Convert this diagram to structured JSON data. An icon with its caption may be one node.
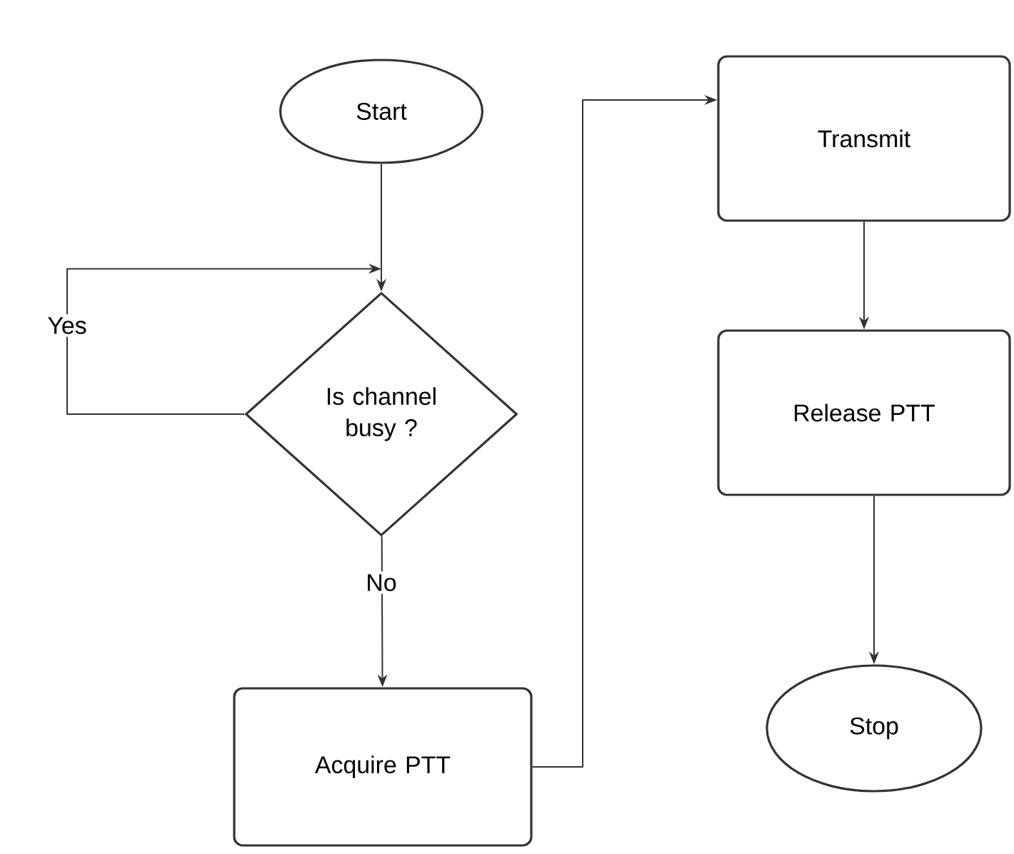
{
  "diagram": {
    "nodes": [
      {
        "text": [
          "Start"
        ]
      },
      {
        "text": [
          "Is channel busy ?"
        ]
      },
      {
        "text": [
          "Acquire PTT"
        ]
      },
      {
        "text": [
          "Transmit"
        ]
      },
      {
        "text": [
          "Release PTT"
        ]
      },
      {
        "text": [
          "Stop"
        ]
      }
    ],
    "edges": [
      {
        "from": 0,
        "to": 1,
        "arrow": "to"
      },
      {
        "from": 1,
        "to": 1,
        "arrow": "to",
        "label": "Yes"
      },
      {
        "from": 1,
        "to": 2,
        "arrow": "to",
        "label": "No"
      },
      {
        "from": 2,
        "to": 3,
        "arrow": "to"
      },
      {
        "from": 3,
        "to": 4,
        "arrow": "to"
      },
      {
        "from": 4,
        "to": 5,
        "arrow": "to"
      }
    ]
  }
}
